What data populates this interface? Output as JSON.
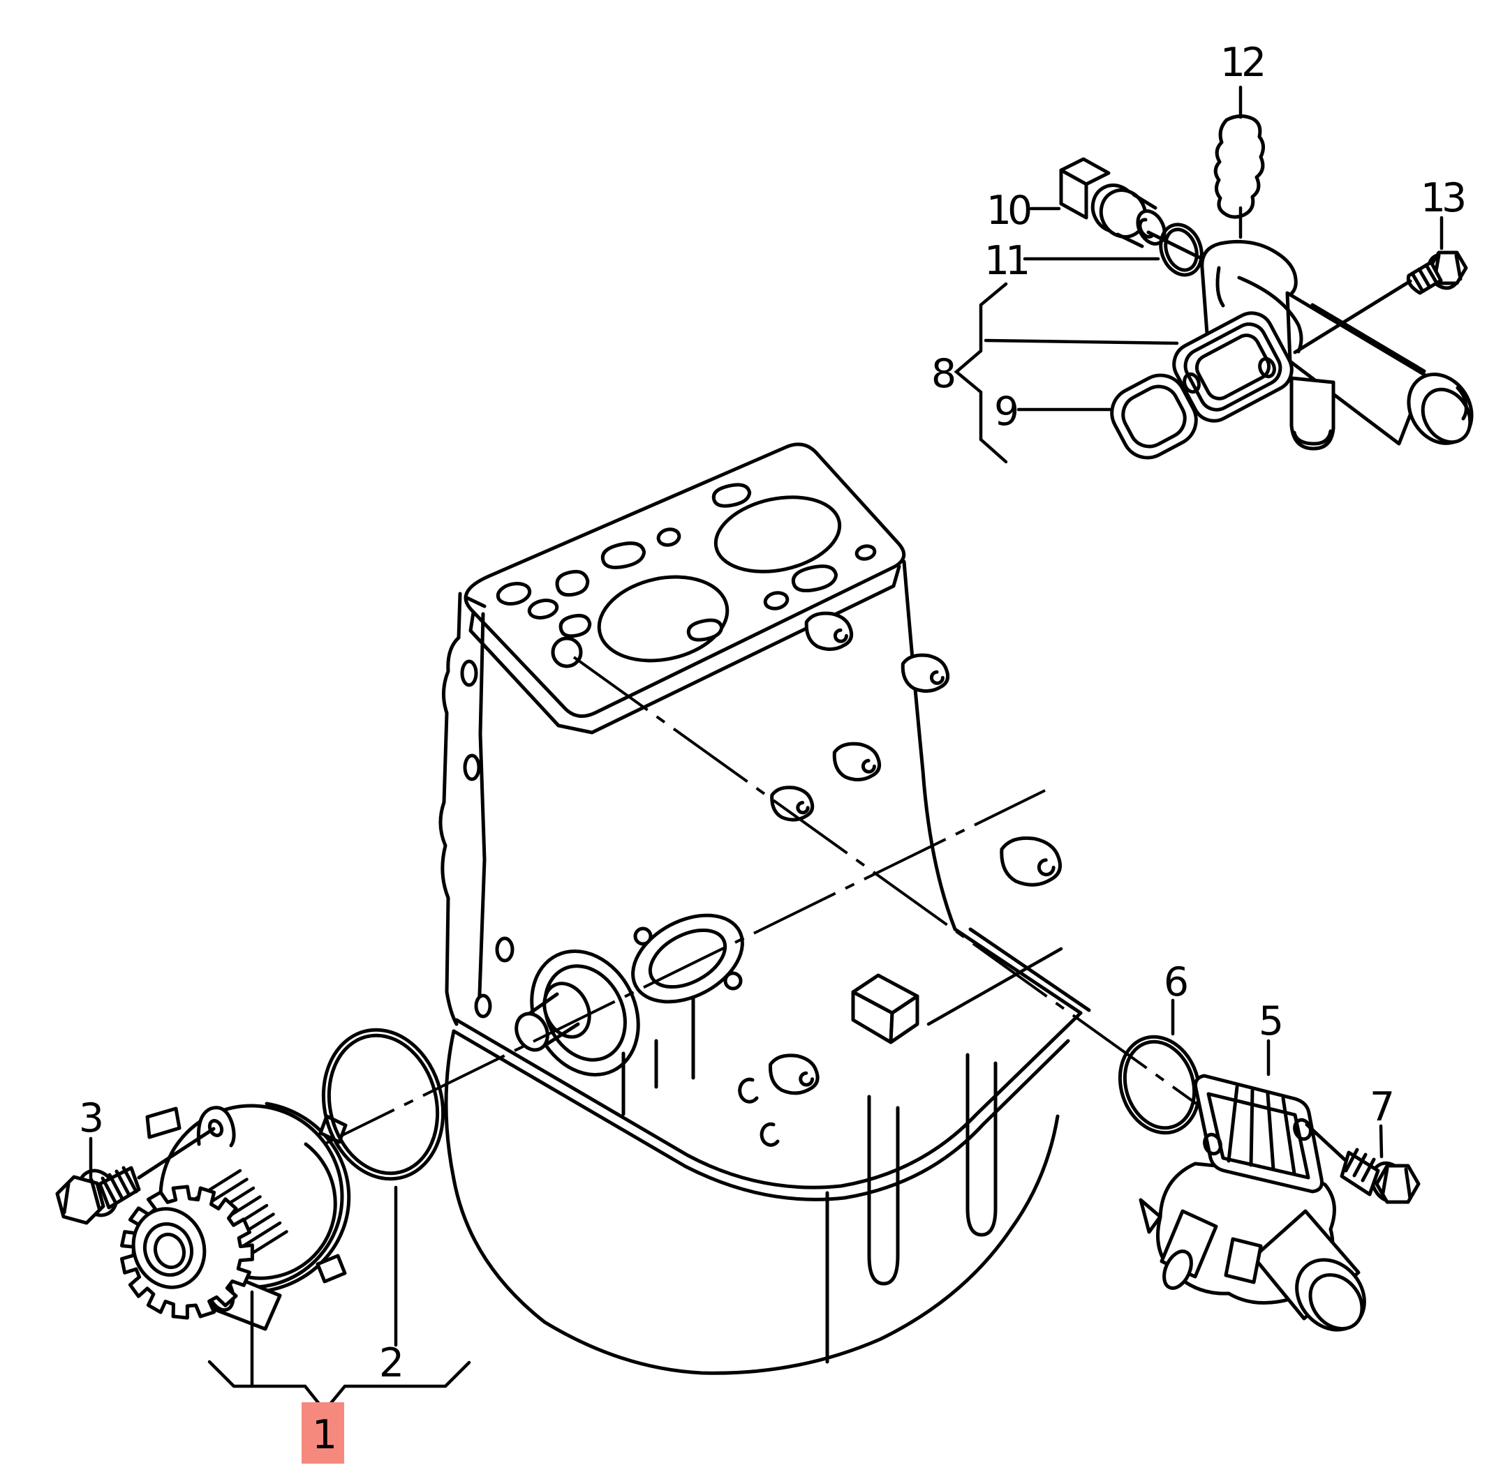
{
  "diagram": {
    "background_color": "#ffffff",
    "line_color": "#000000",
    "highlight": {
      "box_fill": "#f6897e",
      "text_color": "#7a0f08"
    },
    "callouts": [
      {
        "num": "1",
        "highlighted": true
      },
      {
        "num": "2",
        "highlighted": false
      },
      {
        "num": "3",
        "highlighted": false
      },
      {
        "num": "5",
        "highlighted": false
      },
      {
        "num": "6",
        "highlighted": false
      },
      {
        "num": "7",
        "highlighted": false
      },
      {
        "num": "8",
        "highlighted": false
      },
      {
        "num": "9",
        "highlighted": false
      },
      {
        "num": "10",
        "highlighted": false
      },
      {
        "num": "11",
        "highlighted": false
      },
      {
        "num": "12",
        "highlighted": false
      },
      {
        "num": "13",
        "highlighted": false
      }
    ]
  }
}
